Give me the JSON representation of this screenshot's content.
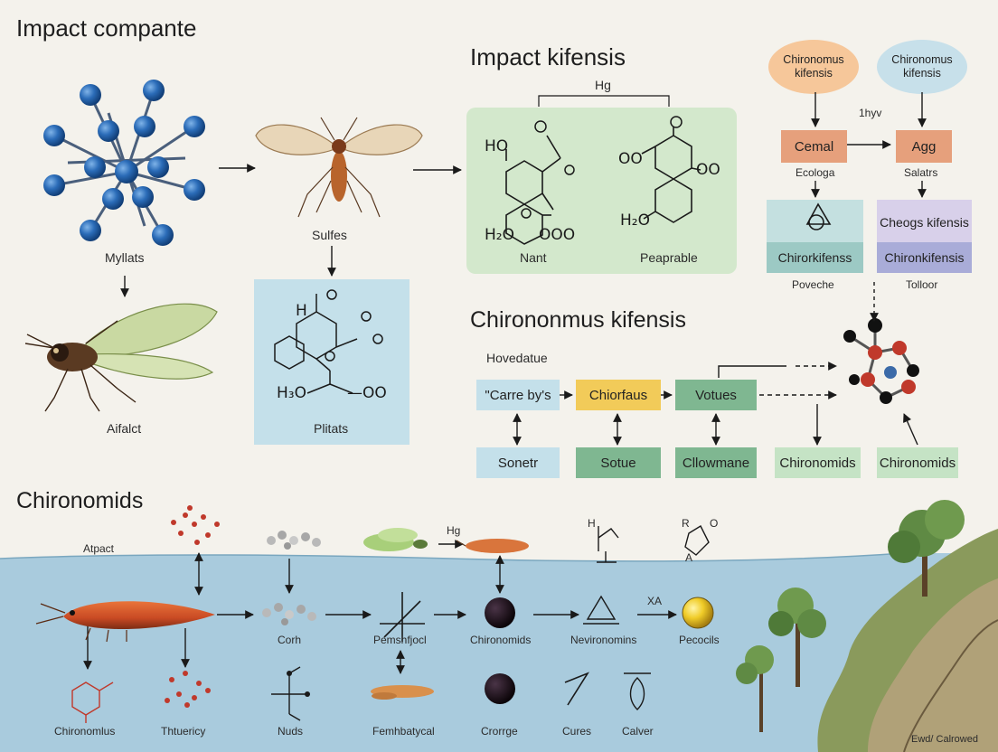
{
  "headings": {
    "top_left": "Impact compante",
    "top_center": "Impact kifensis",
    "middle_right": "Chirononmus kifensis",
    "bottom_left": "Chironomids"
  },
  "top_left": {
    "molecule_label": "Myllats",
    "fly_label": "Sulfes",
    "insect_label": "Aifalct",
    "structure_label": "Plitats",
    "chem": {
      "h": "H",
      "h3o": "H₃O",
      "oo": "—OO"
    }
  },
  "center_panel": {
    "bracket_label": "Hg",
    "left_label": "Nant",
    "right_label": "Peaprable",
    "chem": {
      "ho": "HO",
      "h2o": "H₂O",
      "ooo": "OOO",
      "oo_left": "OO",
      "oo_right": "OO",
      "h2o_right": "H₂O"
    }
  },
  "top_right": {
    "ellipse_left": "Chironomus kifensis",
    "ellipse_right": "Chironomus kifensis",
    "mid_label": "1hyv",
    "box_left": "Cemal",
    "box_right": "Agg",
    "sub_left": "Ecologa",
    "sub_right": "Salatrs",
    "tile_right_top": "Cheogs kifensis",
    "tile_left_bottom": "Chirorkifenss",
    "tile_right_bottom": "Chironkifensis",
    "cap_left": "Poveche",
    "cap_right": "Tolloor"
  },
  "flow": {
    "caption": "Hovedatue",
    "box1": "\"Carre by's",
    "box2": "Chiorfaus",
    "box3": "Votues",
    "box4": "Sonetr",
    "box5": "Sotue",
    "box6": "Cllowmane",
    "box7": "Chironomids",
    "box8": "Chironomids"
  },
  "bottom": {
    "impact_label": "Atpact",
    "hg_label": "Hg",
    "xa_label": "XA",
    "r_label": "R",
    "o_label": "O",
    "a_label": "A",
    "h_label": "H",
    "labels_row1": [
      "Corh",
      "Pemshfjocl",
      "Chironomids",
      "Nevironomins",
      "Pecocils"
    ],
    "labels_row2": [
      "Chironomlus",
      "Thtuericy",
      "Nuds",
      "Femhbatycal",
      "Crorrge",
      "Cures",
      "Calver"
    ],
    "corner": "Ewd/ Calrowed"
  },
  "colors": {
    "background": "#f4f2ec",
    "water": "#a9cbdd",
    "green_panel": "#d3e8cc",
    "blue_panel": "#c4e0ea",
    "yellow": "#f2cb59",
    "dark_green": "#7fb791",
    "light_green": "#c5e3c5",
    "orange": "#e6a07c",
    "lavender": "#d8d0ea"
  }
}
